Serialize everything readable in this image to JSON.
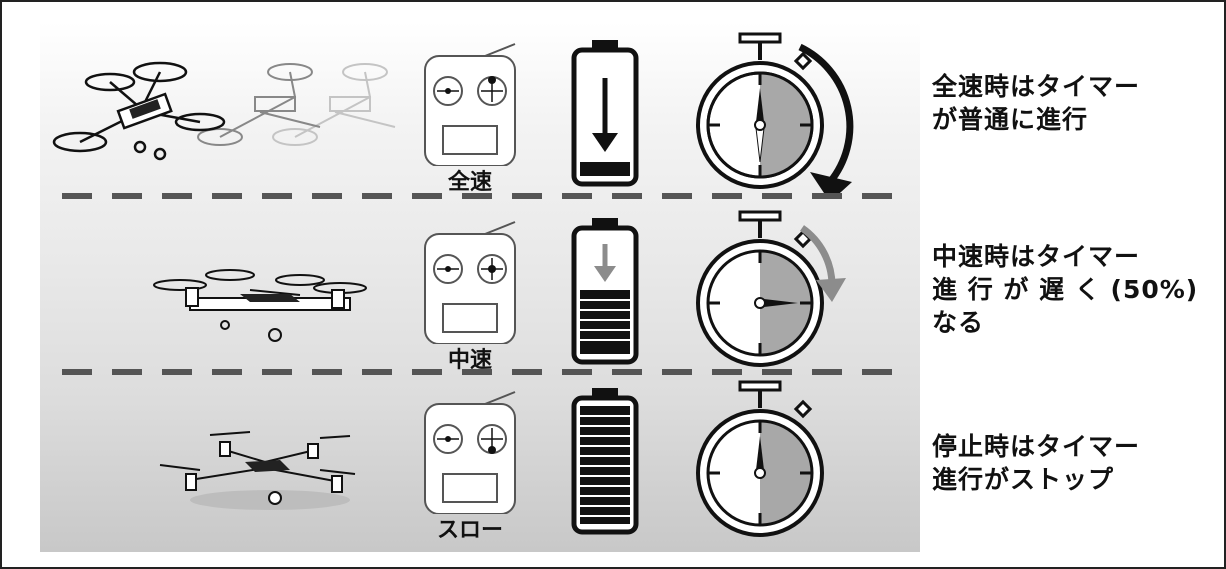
{
  "rows": [
    {
      "speed_label": "全速",
      "description": [
        "全速時はタイマー",
        "が普通に進行"
      ],
      "drone_icon": "drone-fast-motion-icon",
      "battery_level": 0.08,
      "timer_state": "normal"
    },
    {
      "speed_label": "中速",
      "description": [
        "中速時はタイマー",
        "進 行 が 遅 く (50%)",
        "なる"
      ],
      "drone_icon": "drone-medium-icon",
      "battery_level": 0.45,
      "timer_state": "slow"
    },
    {
      "speed_label": "スロー",
      "description": [
        "停止時はタイマー",
        "進行がストップ"
      ],
      "drone_icon": "drone-hover-icon",
      "battery_level": 1.0,
      "timer_state": "stopped"
    }
  ],
  "colors": {
    "ink": "#111111",
    "timer_shade": "#a8a8a8",
    "arrow_gray": "#8c8c8c",
    "panel_light": "#ffffff",
    "panel_dark": "#c8c8c8"
  }
}
